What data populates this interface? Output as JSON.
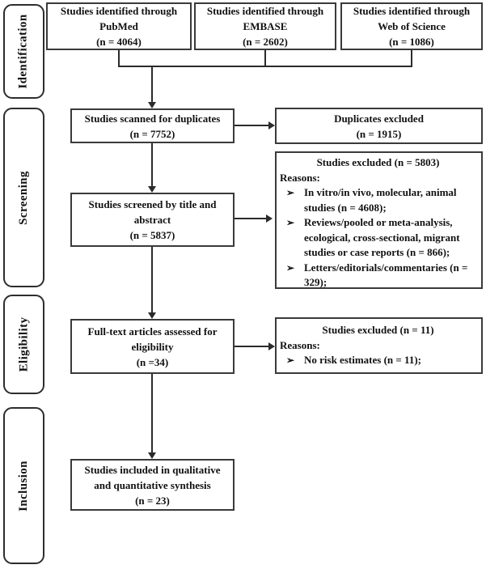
{
  "stages": [
    {
      "label": "Identification"
    },
    {
      "label": "Screening"
    },
    {
      "label": "Eligibility"
    },
    {
      "label": "Inclusion"
    }
  ],
  "boxes": {
    "pubmed": {
      "text": "Studies identified through\nPubMed\n(n = 4064)"
    },
    "embase": {
      "text": "Studies identified through\nEMBASE\n(n = 2602)"
    },
    "wos": {
      "text": "Studies identified through\nWeb of Science\n(n = 1086)"
    },
    "scanned": {
      "text": "Studies scanned for duplicates\n(n = 7752)"
    },
    "duplicates_excluded": {
      "text": "Duplicates excluded\n(n = 1915)"
    },
    "screened": {
      "text": "Studies screened by title and\nabstract\n(n = 5837)"
    },
    "screening_excluded": {
      "title": "Studies excluded (n = 5803)",
      "reasons_label": "Reasons:",
      "bullet_glyph": "➢",
      "items": [
        "In vitro/in vivo, molecular, animal\nstudies (n = 4608);",
        "Reviews/pooled or meta-analysis,\necological, cross-sectional, migrant\nstudies or case reports (n = 866);",
        "Letters/editorials/commentaries (n =\n329);"
      ]
    },
    "fulltext": {
      "text": "Full-text articles assessed for\neligibility\n(n =34)"
    },
    "eligibility_excluded": {
      "title": "Studies excluded (n = 11)",
      "reasons_label": "Reasons:",
      "bullet_glyph": "➢",
      "items": [
        "No risk estimates (n = 11);"
      ]
    },
    "included": {
      "text": "Studies included in qualitative\nand quantitative synthesis\n(n = 23)"
    }
  },
  "colors": {
    "box_border": "#3a3a3a",
    "stage_border": "#2d2d2d",
    "line": "#2b2b2b",
    "text": "#111111",
    "background": "#ffffff"
  }
}
